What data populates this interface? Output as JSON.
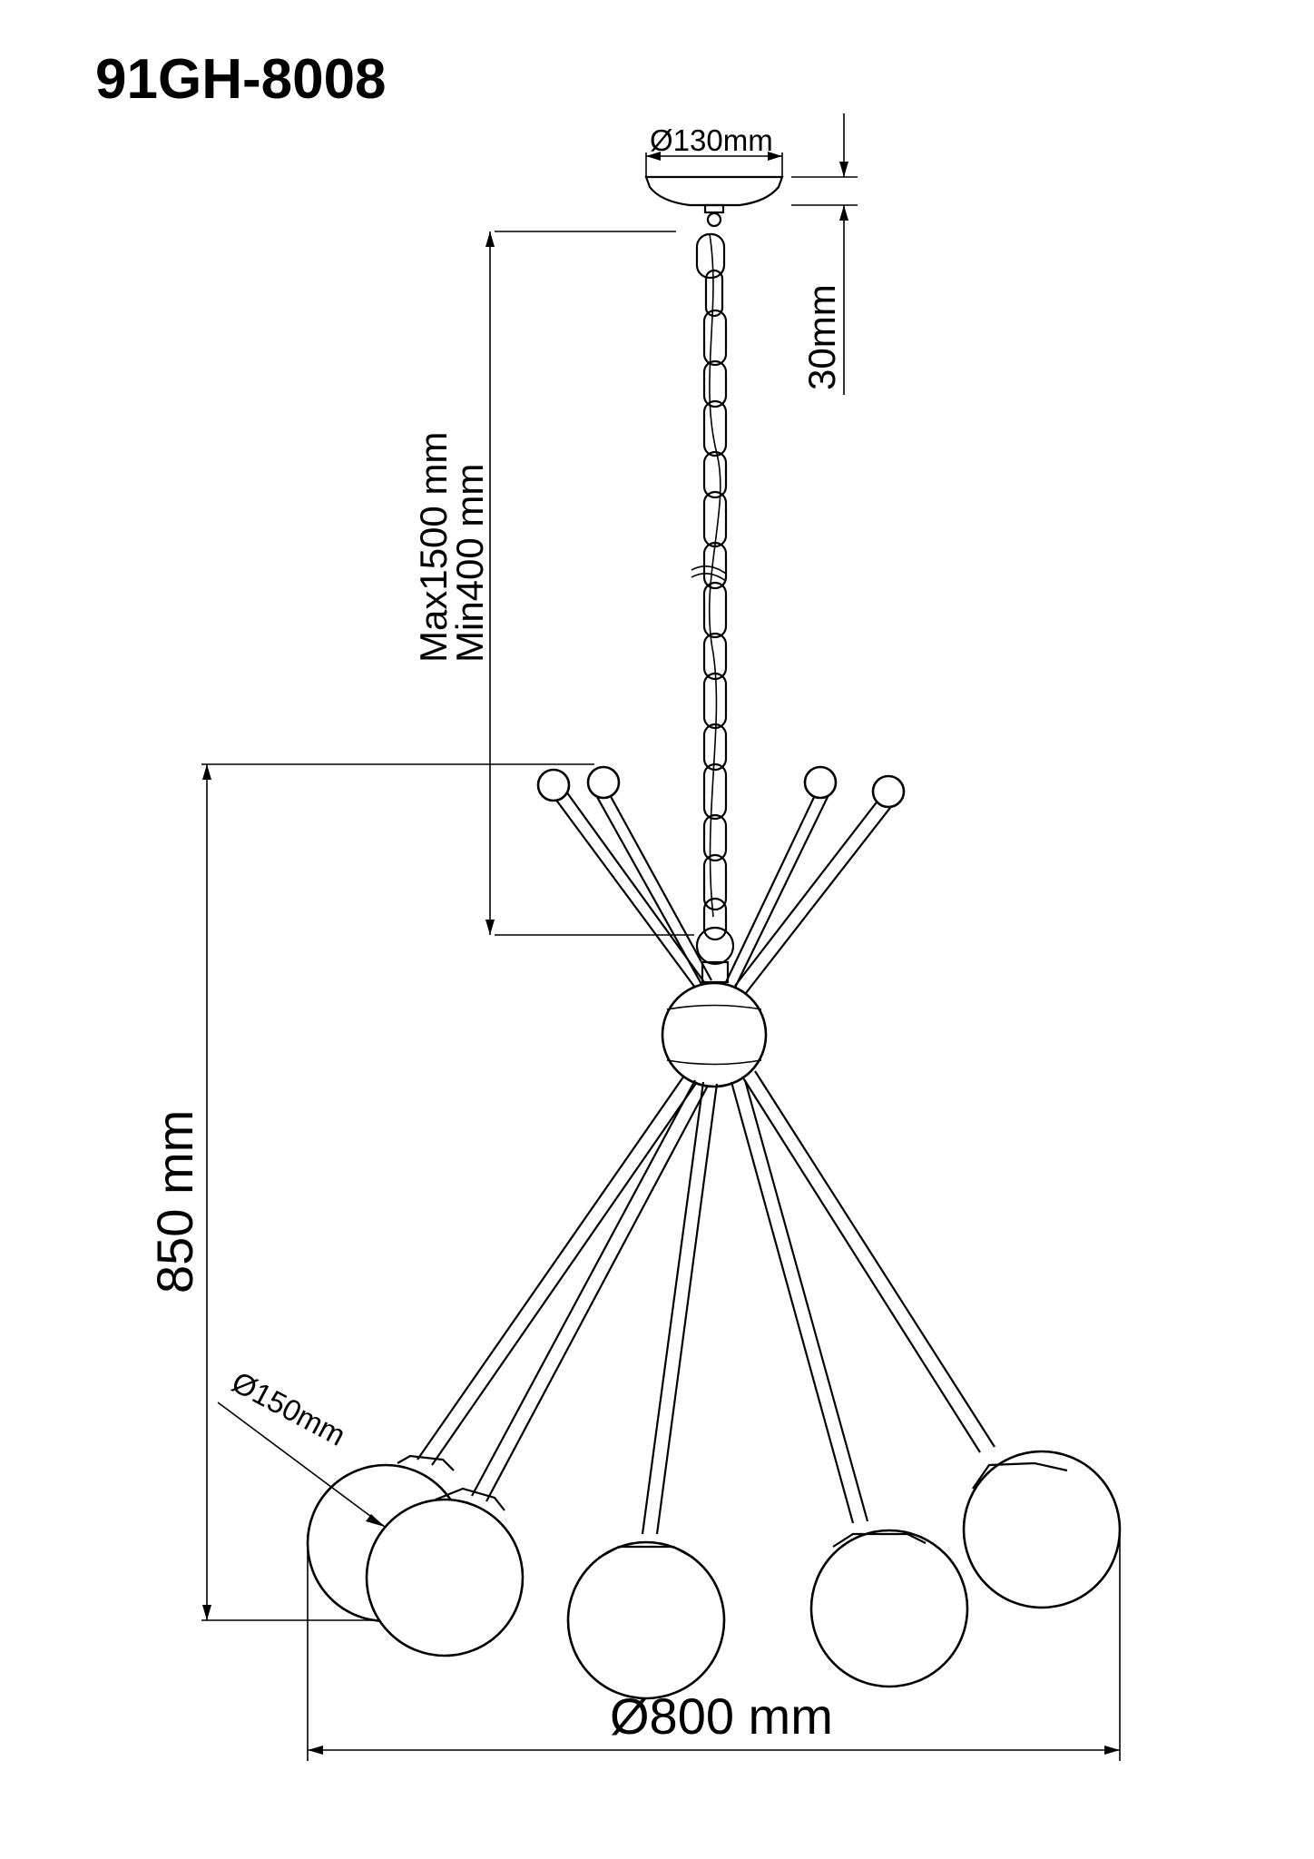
{
  "title": "91GH-8008",
  "dimensions": {
    "canopy_diameter": "Ø130mm",
    "canopy_height": "30mm",
    "chain_max": "Max1500 mm",
    "chain_min": "Min400 mm",
    "body_height": "850 mm",
    "globe_diameter": "Ø150mm",
    "overall_diameter": "Ø800 mm"
  }
}
